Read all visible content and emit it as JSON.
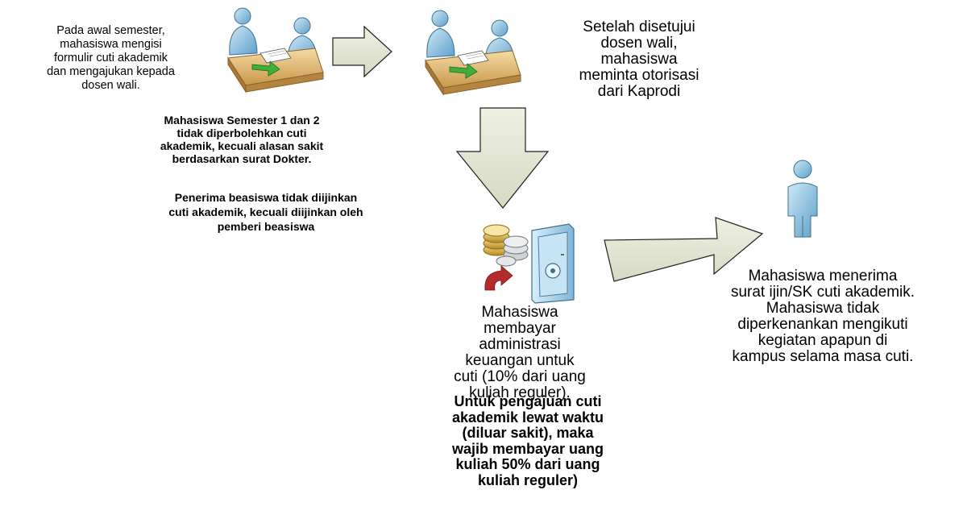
{
  "steps": {
    "step1": "Pada awal semester,\nmahasiswa mengisi\nformulir cuti akademik\ndan mengajukan kepada\ndosen wali.",
    "step2": "Setelah disetujui\ndosen wali,\nmahasiswa\nmeminta otorisasi\ndari Kaprodi",
    "step3": "Mahasiswa\nmembayar\nadministrasi\nkeuangan untuk\ncuti (10% dari uang\nkuliah reguler).",
    "step4": "Mahasiswa menerima\nsurat ijin/SK cuti akademik.\nMahasiswa tidak\ndiperkenankan mengikuti\nkegiatan apapun di\nkampus selama masa cuti."
  },
  "notes": {
    "semester": "Mahasiswa Semester 1 dan 2\ntidak diperbolehkan cuti\nakademik, kecuali alasan sakit\nberdasarkan surat Dokter.",
    "beasiswa": "Penerima beasiswa tidak diijinkan\ncuti akademik, kecuali diijinkan oleh\npemberi beasiswa",
    "late": "Untuk pengajuan cuti\nakademik lewat waktu\n(diluar sakit), maka\nwajib membayar uang\nkuliah 50% dari uang\nkuliah reguler)"
  },
  "colors": {
    "arrow_fill": "#e3e6d4",
    "arrow_stroke": "#1e1e1e",
    "person": "#8fc4e3",
    "desk": "#e0b873",
    "safe": "#a9d3ea",
    "coin": "#d6b24a",
    "return_arrow": "#b42b2b"
  },
  "icons": [
    "meeting-icon",
    "meeting-icon",
    "payment-safe-icon",
    "person-icon"
  ]
}
